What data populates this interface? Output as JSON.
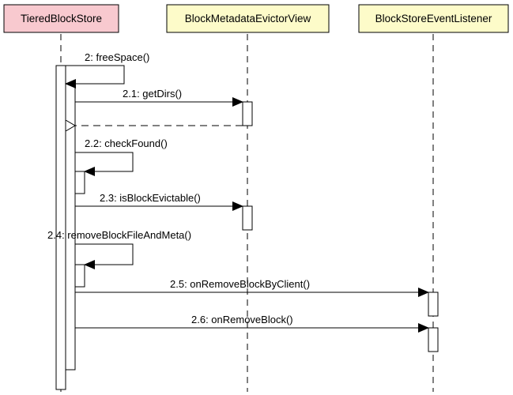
{
  "participants": [
    {
      "id": "tiered",
      "name": "TieredBlockStore",
      "fill": "#f8c9cf"
    },
    {
      "id": "evictor",
      "name": "BlockMetadataEvictorView",
      "fill": "#fdfbc9"
    },
    {
      "id": "listener",
      "name": "BlockStoreEventListener",
      "fill": "#fdfbc9"
    }
  ],
  "messages": [
    {
      "label": "2: freeSpace()",
      "kind": "self"
    },
    {
      "label": "2.1: getDirs()",
      "kind": "call"
    },
    {
      "label": "",
      "kind": "return"
    },
    {
      "label": "2.2: checkFound()",
      "kind": "self"
    },
    {
      "label": "2.3: isBlockEvictable()",
      "kind": "call"
    },
    {
      "label": "2.4: removeBlockFileAndMeta()",
      "kind": "self"
    },
    {
      "label": "2.5: onRemoveBlockByClient()",
      "kind": "call"
    },
    {
      "label": "2.6: onRemoveBlock()",
      "kind": "call"
    }
  ]
}
